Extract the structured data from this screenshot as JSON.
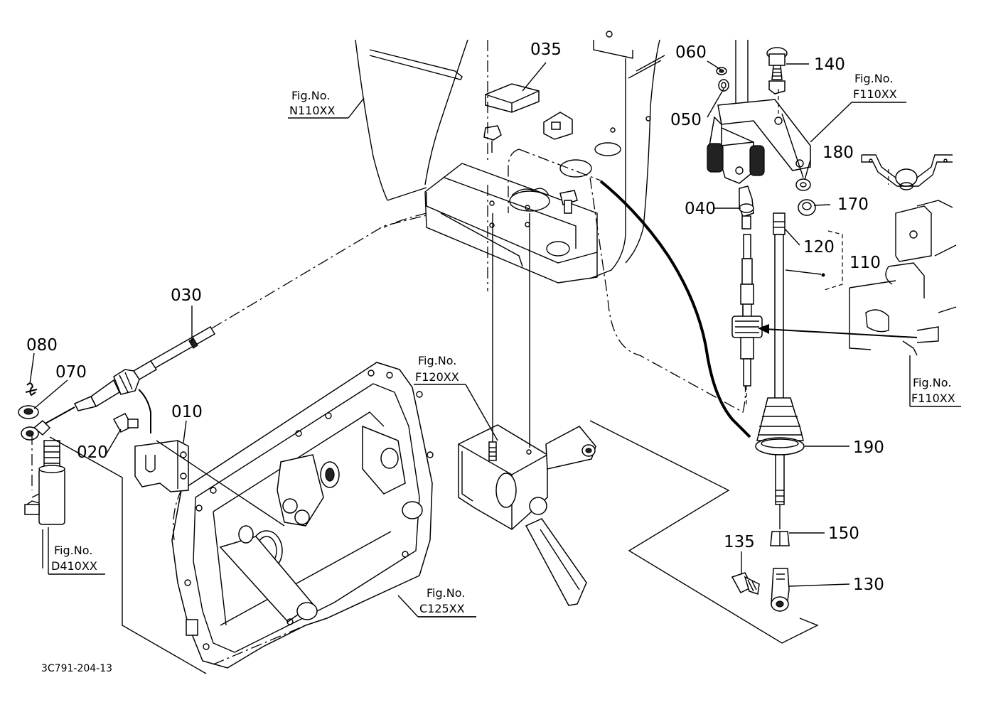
{
  "diagram": {
    "drawing_code": "3C791-204-13",
    "part_labels": [
      "035",
      "060",
      "140",
      "050",
      "180",
      "040",
      "170",
      "120",
      "110",
      "030",
      "080",
      "070",
      "010",
      "020",
      "190",
      "150",
      "135",
      "130"
    ],
    "figure_refs": [
      {
        "line1": "Fig.No.",
        "line2": "N110XX"
      },
      {
        "line1": "Fig.No.",
        "line2": "F110XX"
      },
      {
        "line1": "Fig.No.",
        "line2": "F120XX"
      },
      {
        "line1": "Fig.No.",
        "line2": "F110XX"
      },
      {
        "line1": "Fig.No.",
        "line2": "D410XX"
      },
      {
        "line1": "Fig.No.",
        "line2": "C125XX"
      }
    ]
  }
}
